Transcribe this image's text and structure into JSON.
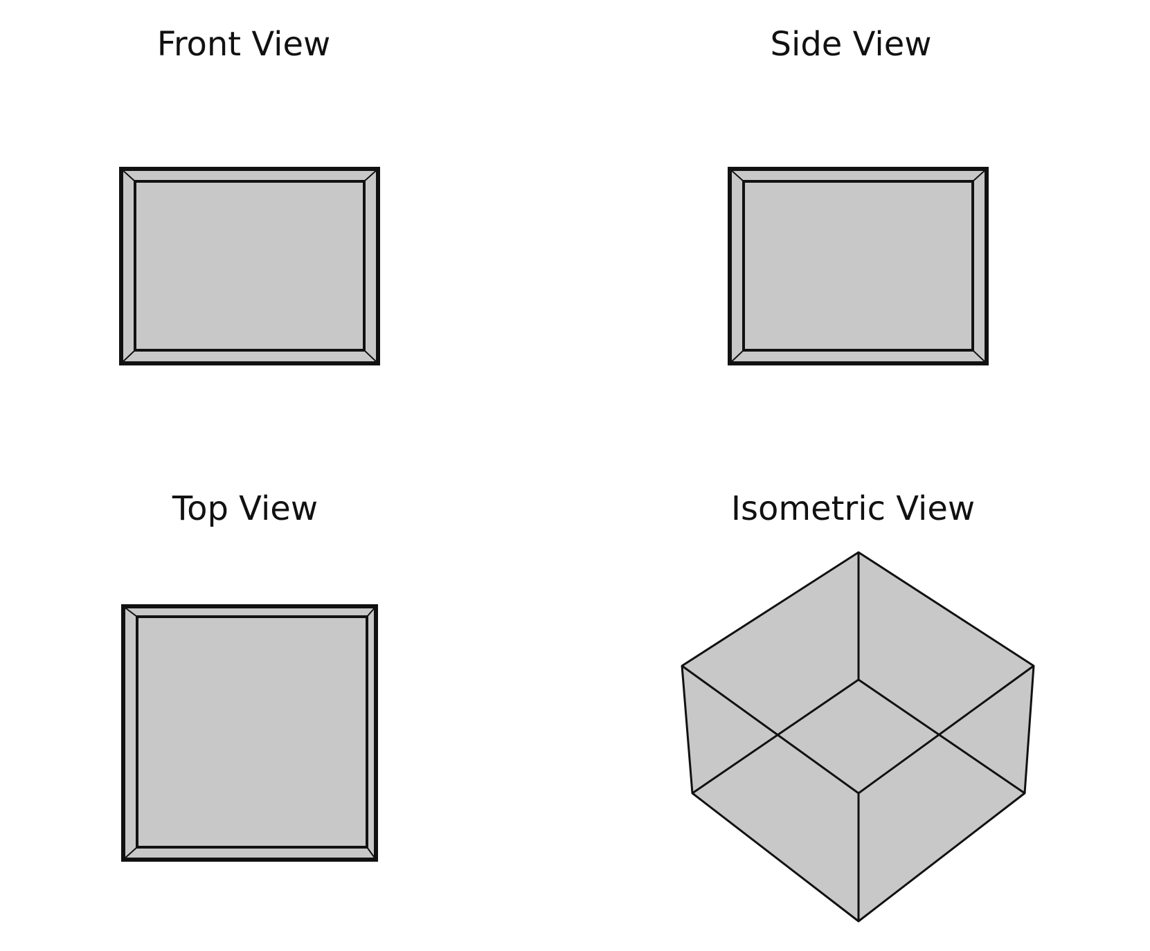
{
  "views": [
    {
      "key": "front",
      "title": "Front View"
    },
    {
      "key": "side",
      "title": "Side View"
    },
    {
      "key": "top",
      "title": "Top View"
    },
    {
      "key": "isometric",
      "title": "Isometric View"
    }
  ],
  "colors": {
    "face_fill": "#c8c8c8",
    "stroke": "#111111",
    "background": "#ffffff"
  }
}
